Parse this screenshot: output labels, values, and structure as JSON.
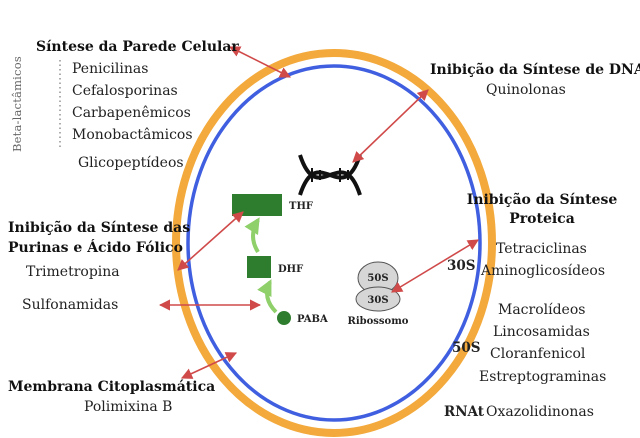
{
  "cell_wall": {
    "title": "Síntese da Parede Celular",
    "group_label": "Beta-lactâmicos",
    "items": [
      "Penicilinas",
      "Cefalosporinas",
      "Carbapenêmicos",
      "Monobactâmicos"
    ],
    "extra": "Glicopeptídeos"
  },
  "dna": {
    "title": "Inibição da Síntese de DNA",
    "items": [
      "Quinolonas"
    ]
  },
  "folate": {
    "title_line1": "Inibição da Síntese das",
    "title_line2": "Purinas e Ácido Fólico",
    "trimetoprim": "Trimetropina",
    "sulfonamides": "Sulfonamidas"
  },
  "pathway": {
    "thf": "THF",
    "dhf": "DHF",
    "paba": "PABA"
  },
  "protein": {
    "title_line1": "Inibição da Síntese",
    "title_line2": "Proteica",
    "label_30s": "30S",
    "items_30s": [
      "Tetraciclinas",
      "Aminoglicosídeos"
    ],
    "label_50s": "50S",
    "items_50s": [
      "Macrolídeos",
      "Lincosamidas",
      "Cloranfenicol",
      "Estreptograminas"
    ],
    "label_rna": "RNAt",
    "items_rna": [
      "Oxazolidinonas"
    ]
  },
  "ribosome": {
    "small": "50S",
    "large": "30S",
    "label": "Ribossomo"
  },
  "membrane": {
    "title": "Membrana Citoplasmática",
    "items": [
      "Polimixina B"
    ]
  },
  "colors": {
    "wall": "#f3a93b",
    "membrane": "#3f5fe0",
    "arrow": "#d04a4a",
    "pathway_box": "#2e7d2e",
    "pathway_arrow": "#8fd06a"
  }
}
